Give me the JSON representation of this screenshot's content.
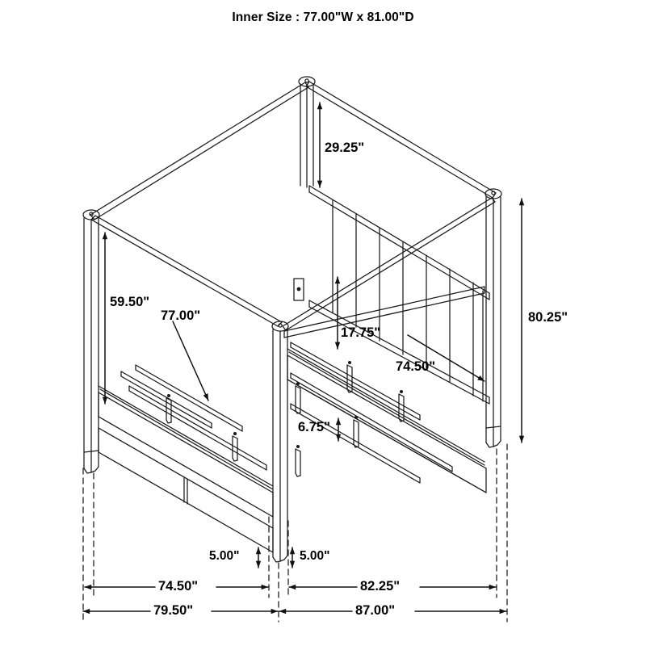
{
  "header": {
    "title": "Inner Size : 77.00\"W x 81.00\"D"
  },
  "drawing": {
    "subject": "canopy-bed",
    "view": "isometric",
    "stroke_color": "#1a1a1a",
    "fill_color": "#ffffff"
  },
  "dimensions": {
    "canopy_post_to_headboard": "29.25\"",
    "post_height_left": "59.50\"",
    "inner_width_leader": "77.00\"",
    "headboard_rail_height": "17.75\"",
    "side_rail_length": "74.50\"",
    "overall_height_right": "80.25\"",
    "slat_leg_height": "6.75\"",
    "foot_clearance_left": "5.00\"",
    "foot_clearance_right": "5.00\"",
    "bottom_chain_upper_left": "74.50\"",
    "bottom_chain_upper_right": "82.25\"",
    "bottom_chain_lower_left": "79.50\"",
    "bottom_chain_lower_right": "87.00\""
  }
}
